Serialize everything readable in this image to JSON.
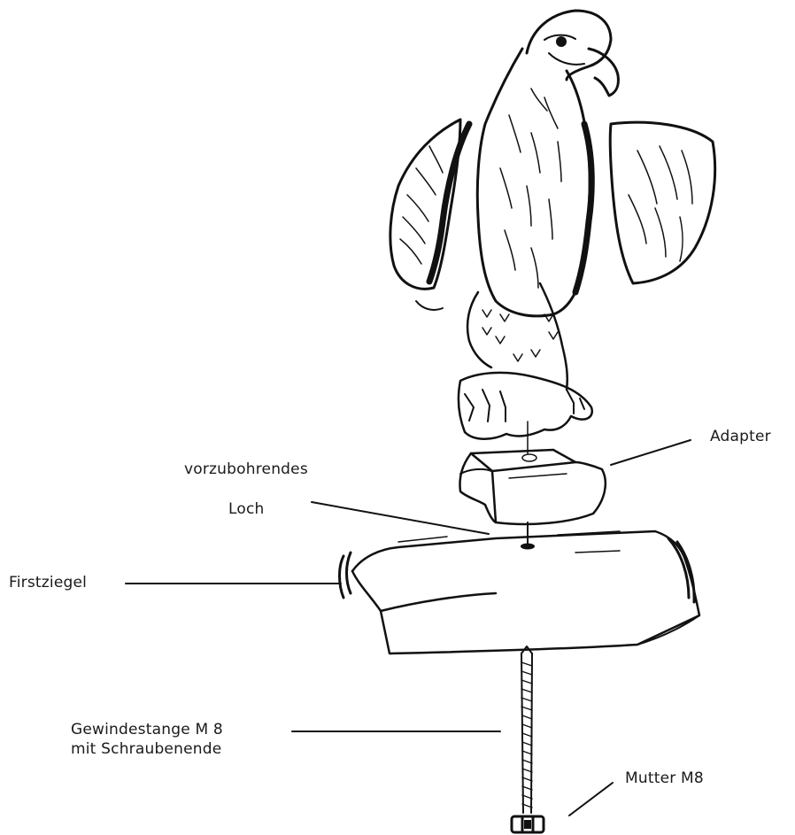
{
  "labels": {
    "adapter": "Adapter",
    "hole_line1": "vorzubohrendes",
    "hole_line2": "Loch",
    "ridge_tile": "Firstziegel",
    "rod_line1": "Gewindestange  M 8",
    "rod_line2": "mit Schraubenende",
    "nut": "Mutter M8"
  },
  "colors": {
    "ink": "#111111",
    "paper": "#ffffff"
  }
}
